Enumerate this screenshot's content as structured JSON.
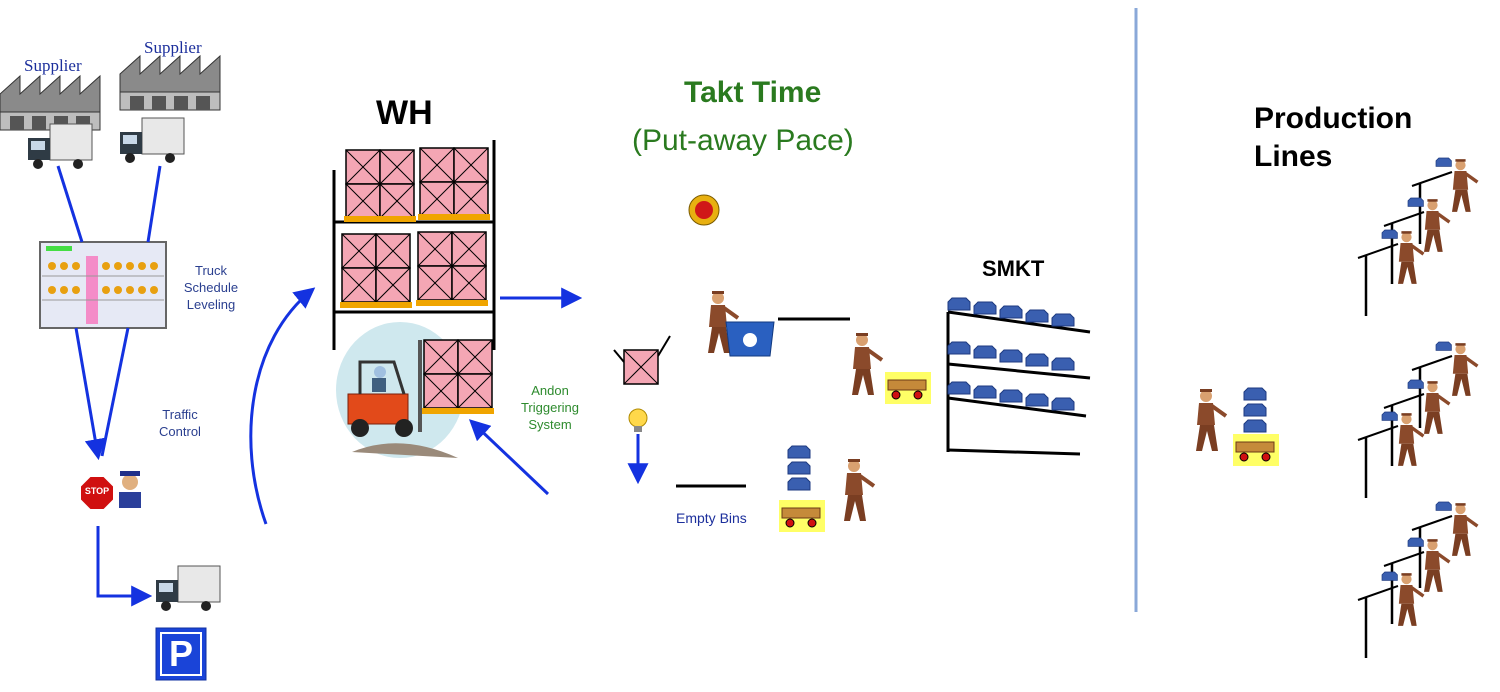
{
  "labels": {
    "supplier_left": "Supplier",
    "supplier_right": "Supplier",
    "truck_schedule": [
      "Truck",
      "Schedule",
      "Leveling"
    ],
    "traffic_control": [
      "Traffic",
      "Control"
    ],
    "stop_sign": "STOP",
    "parking_sign": "P",
    "wh": "WH",
    "takt_title": "Takt Time",
    "takt_subtitle": "(Put-away Pace)",
    "andon": [
      "Andon",
      "Triggering",
      "System"
    ],
    "smkt": "SMKT",
    "empty_bins": "Empty  Bins",
    "production_lines": [
      "Production",
      "Lines"
    ]
  },
  "colors": {
    "arrow": "#1432e0",
    "pallet": "#f4a6b4",
    "pallet_base": "#f0a500",
    "divider": "#8aa8d8",
    "worker": "#8b4a2b",
    "bin": "#3a5fb0",
    "cart_highlight": "#ffff66",
    "takt_green": "#2a7a1f"
  },
  "icons": [
    "warehouse-icon",
    "delivery-truck-icon",
    "schedule-board-icon",
    "stop-sign-icon",
    "police-officer-icon",
    "parking-sign-icon",
    "pallet-rack-icon",
    "forklift-icon",
    "andon-light-icon",
    "worker-icon",
    "cart-icon",
    "bin-icon",
    "supermarket-rack-icon",
    "production-workstation-icon"
  ]
}
